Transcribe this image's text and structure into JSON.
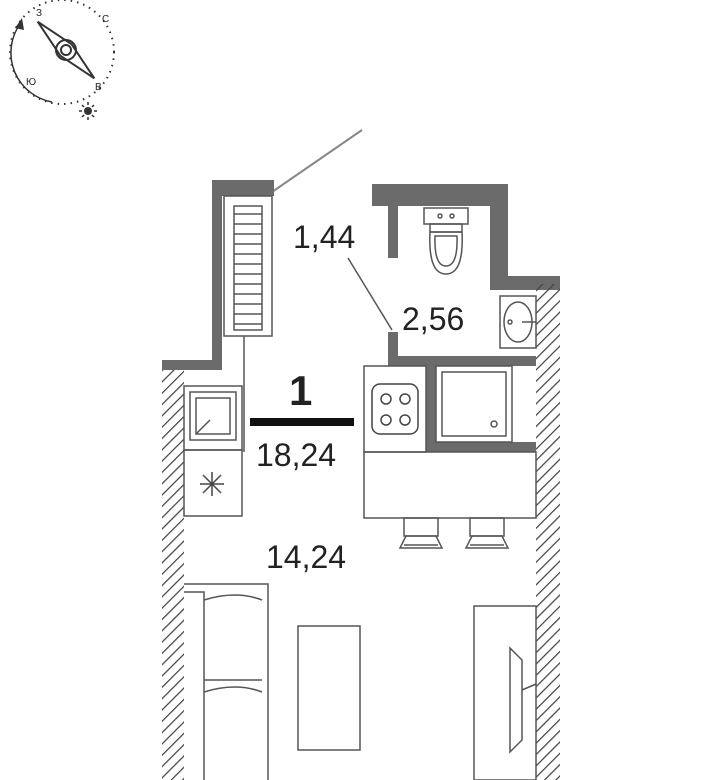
{
  "compass": {
    "north": "С",
    "south": "Ю",
    "east": "В",
    "west": "З"
  },
  "apartment": {
    "rooms": "1",
    "total_area": "18,24"
  },
  "areas": {
    "balcony": "1,44",
    "bathroom": "2,56",
    "living": "14,24"
  },
  "colors": {
    "wall": "#6b6b6b",
    "line": "#555555",
    "text": "#222222"
  }
}
